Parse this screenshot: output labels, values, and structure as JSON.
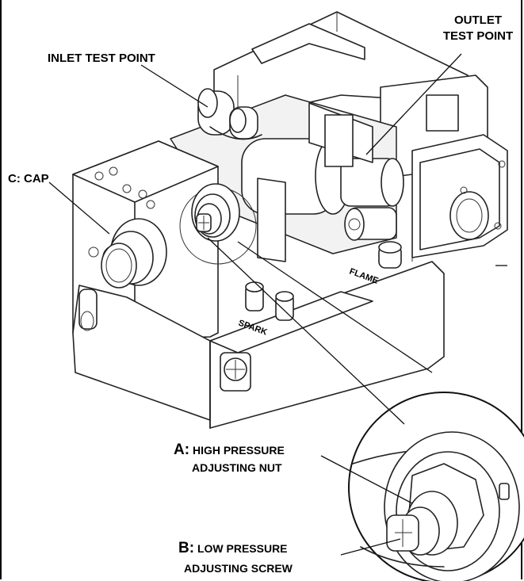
{
  "labels": {
    "inlet": "INLET TEST POINT",
    "outlet_line1": "OUTLET",
    "outlet_line2": "TEST POINT",
    "cap": "C: CAP",
    "a_prefix": "A:",
    "a_line1": " HIGH PRESSURE",
    "a_line2": "ADJUSTING NUT",
    "b_prefix": "B:",
    "b_line1": " LOW PRESSURE",
    "b_line2": "ADJUSTING SCREW"
  },
  "markings": {
    "flame": "FLAME",
    "spark": "SPARK"
  }
}
